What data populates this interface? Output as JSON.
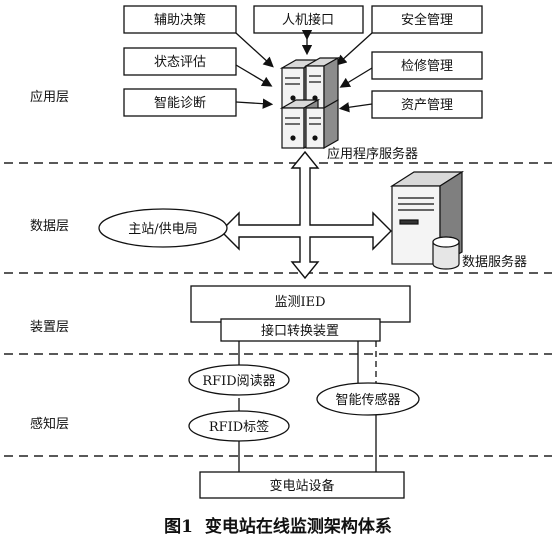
{
  "layers": {
    "application": "应用层",
    "data": "数据层",
    "device": "装置层",
    "perception": "感知层"
  },
  "app_modules": {
    "decision_support": "辅助决策",
    "hmi": "人机接口",
    "security": "安全管理",
    "status_assessment": "状态评估",
    "maintenance": "检修管理",
    "diagnosis": "智能诊断",
    "asset": "资产管理"
  },
  "app_server": "应用程序服务器",
  "master_station": "主站/供电局",
  "data_server": "数据服务器",
  "monitoring_ied": "监测IED",
  "interface_converter": "接口转换装置",
  "rfid_reader": "RFID阅读器",
  "smart_sensor": "智能传感器",
  "rfid_tag": "RFID标签",
  "substation_equipment": "变电站设备",
  "caption": "图1  变电站在线监测架构体系"
}
